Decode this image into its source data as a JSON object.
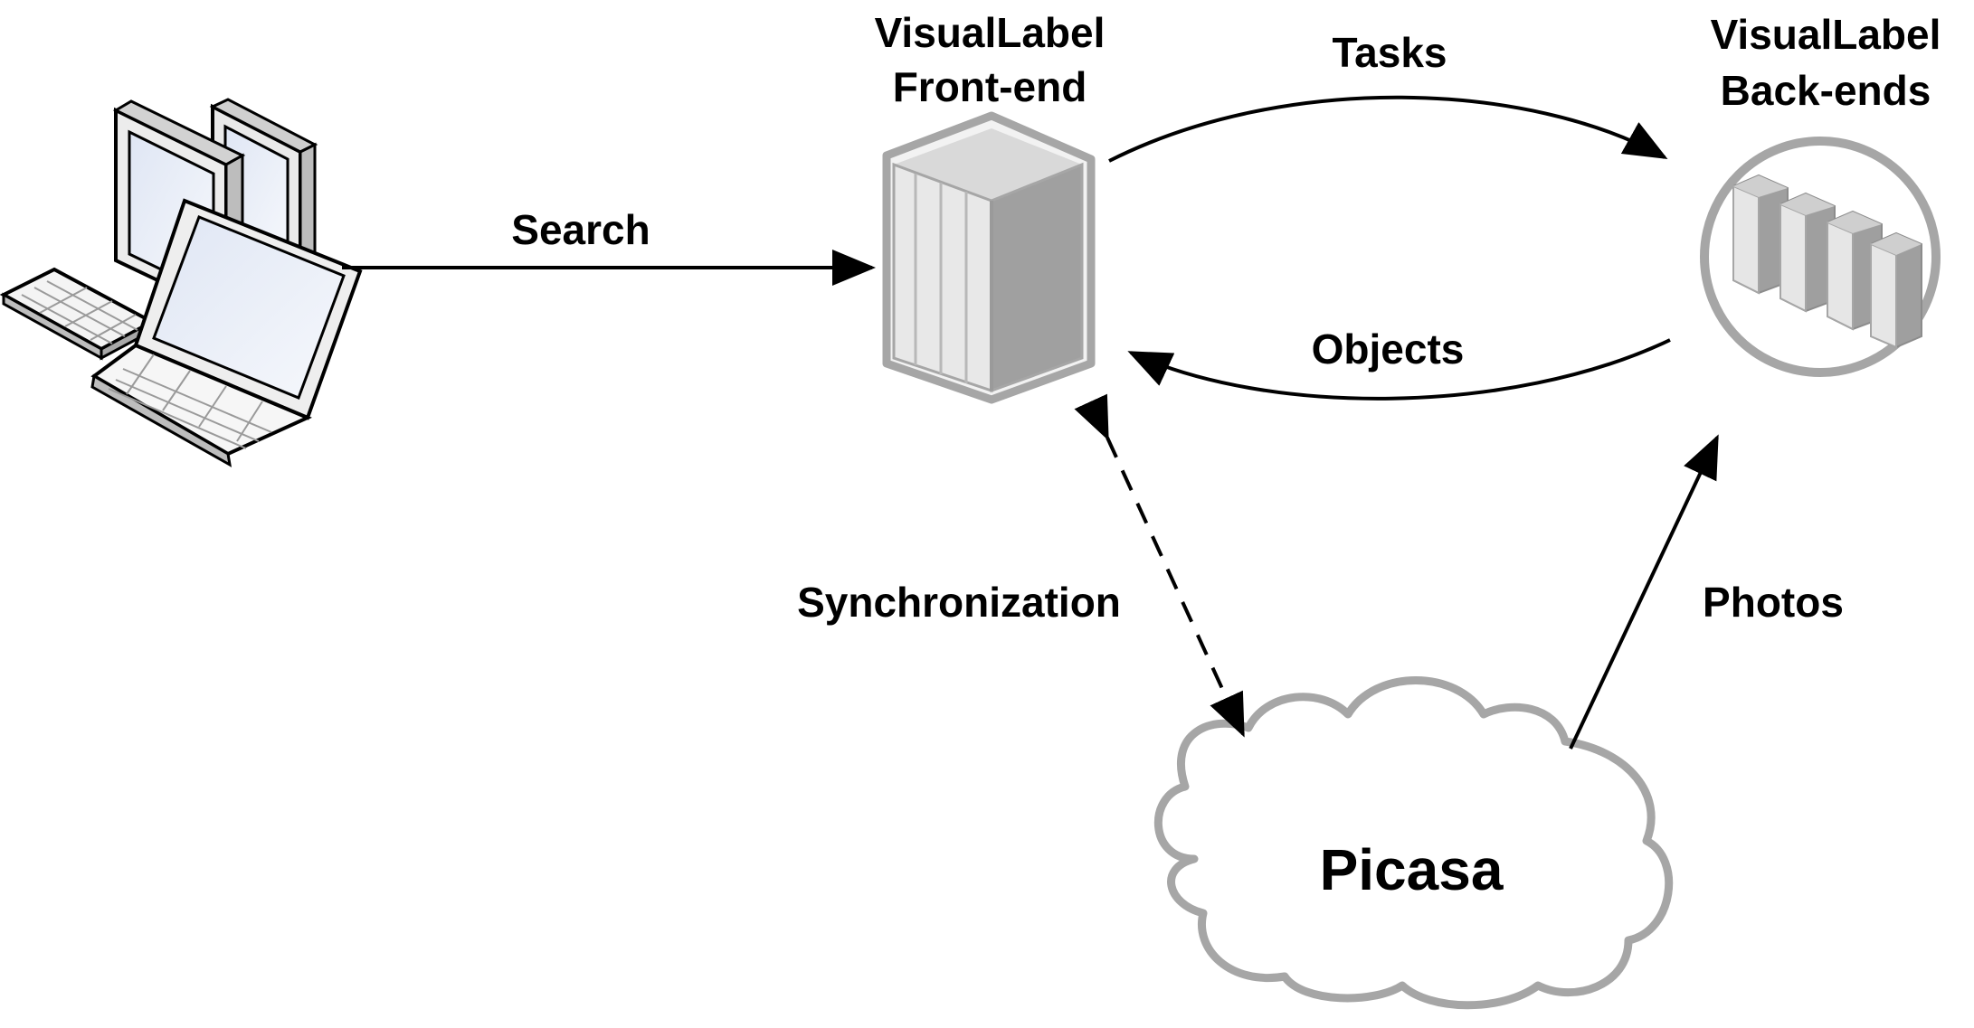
{
  "nodes": {
    "clients": {
      "icon": "client-computers-icon"
    },
    "frontend": {
      "title_line1": "VisualLabel",
      "title_line2": "Front-end",
      "icon": "server-icon"
    },
    "backends": {
      "title_line1": "VisualLabel",
      "title_line2": "Back-ends",
      "icon": "server-cluster-icon"
    },
    "picasa": {
      "label": "Picasa",
      "icon": "cloud-icon"
    }
  },
  "edges": {
    "search": "Search",
    "tasks": "Tasks",
    "objects": "Objects",
    "synchronization": "Synchronization",
    "photos": "Photos"
  }
}
